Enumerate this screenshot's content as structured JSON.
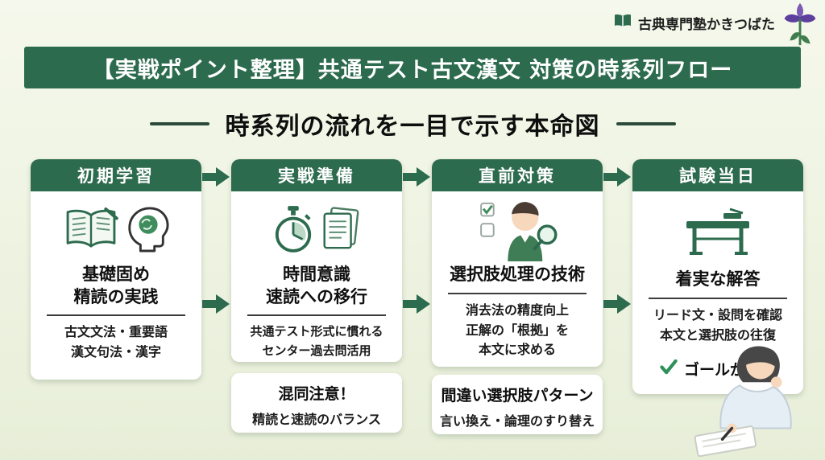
{
  "colors": {
    "accent_green": "#2d6b4e",
    "check_green": "#2f9059",
    "background_light": "#eef3e1",
    "iris_purple": "#5d3f9e"
  },
  "brand": {
    "name": "古典専門塾かきつばた",
    "icon": "open-book-icon"
  },
  "header": {
    "title": "【実戦ポイント整理】共通テスト古文漢文 対策の時系列フロー"
  },
  "subtitle": {
    "text": "時系列の流れを一目で示す本命図"
  },
  "flow": {
    "columns": [
      {
        "header": "初期学習",
        "icons": [
          "open-book-icon",
          "brain-head-icon"
        ],
        "main": "基礎固め\n精読の実践",
        "sub": "古文文法・重要語\n漢文句法・漢字"
      },
      {
        "header": "実戦準備",
        "icons": [
          "stopwatch-icon",
          "documents-icon"
        ],
        "main": "時間意識\n速読への移行",
        "sub": "共通テスト形式に慣れる\nセンター過去問活用",
        "note": {
          "title": "混同注意！",
          "body": "精読と速読のバランス"
        }
      },
      {
        "header": "直前対策",
        "icons": [
          "examiner-magnifier-icon"
        ],
        "main": "選択肢処理の技術",
        "sub": "消去法の精度向上\n正解の「根拠」を\n本文に求める",
        "note": {
          "title": "間違い選択肢パターン",
          "body": "言い換え・論理のすり替え"
        }
      },
      {
        "header": "試験当日",
        "icons": [
          "school-desk-icon"
        ],
        "main": "着実な解答",
        "sub": "リード文・設問を確認\n本文と選択肢の往復",
        "check": "ゴールが高完"
      }
    ]
  }
}
